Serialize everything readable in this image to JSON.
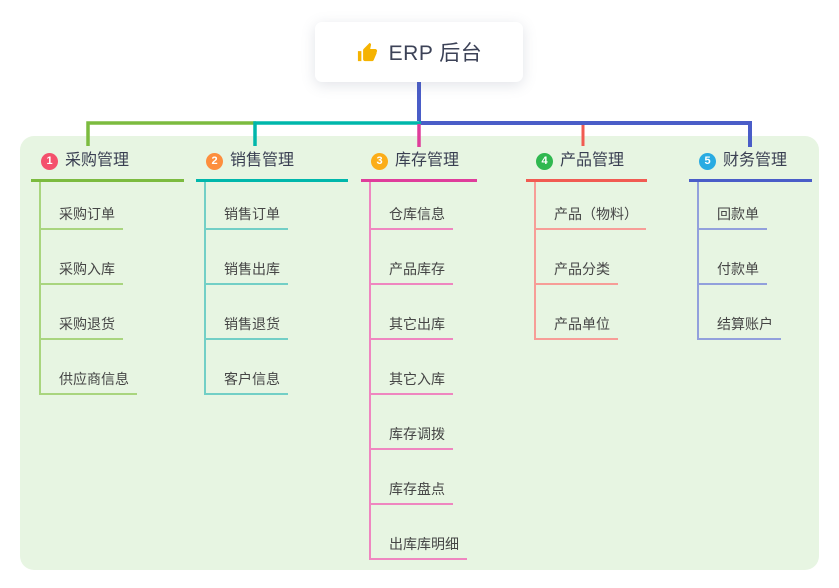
{
  "root": {
    "title": "ERP 后台",
    "icon": "thumbs-up",
    "icon_color": "#f5b301"
  },
  "panel_color": "#e7f5e2",
  "branches": [
    {
      "badge": "1",
      "label": "采购管理",
      "badge_color": "#f4516c",
      "line_color": "#7cbb3f",
      "sub_line_color": "#a9d57e",
      "items": [
        "采购订单",
        "采购入库",
        "采购退货",
        "供应商信息"
      ]
    },
    {
      "badge": "2",
      "label": "销售管理",
      "badge_color": "#fd8e3d",
      "line_color": "#00b7ab",
      "sub_line_color": "#72cfc6",
      "items": [
        "销售订单",
        "销售出库",
        "销售退货",
        "客户信息"
      ]
    },
    {
      "badge": "3",
      "label": "库存管理",
      "badge_color": "#fbad18",
      "line_color": "#df3d9b",
      "sub_line_color": "#ef86c0",
      "items": [
        "仓库信息",
        "产品库存",
        "其它出库",
        "其它入库",
        "库存调拨",
        "库存盘点",
        "出库库明细"
      ]
    },
    {
      "badge": "4",
      "label": "产品管理",
      "badge_color": "#30b850",
      "line_color": "#f15b52",
      "sub_line_color": "#f79d97",
      "items": [
        "产品（物料）",
        "产品分类",
        "产品单位"
      ]
    },
    {
      "badge": "5",
      "label": "财务管理",
      "badge_color": "#29abe2",
      "line_color": "#4a5dc8",
      "sub_line_color": "#92a0dc",
      "items": [
        "回款单",
        "付款单",
        "结算账户"
      ]
    }
  ]
}
